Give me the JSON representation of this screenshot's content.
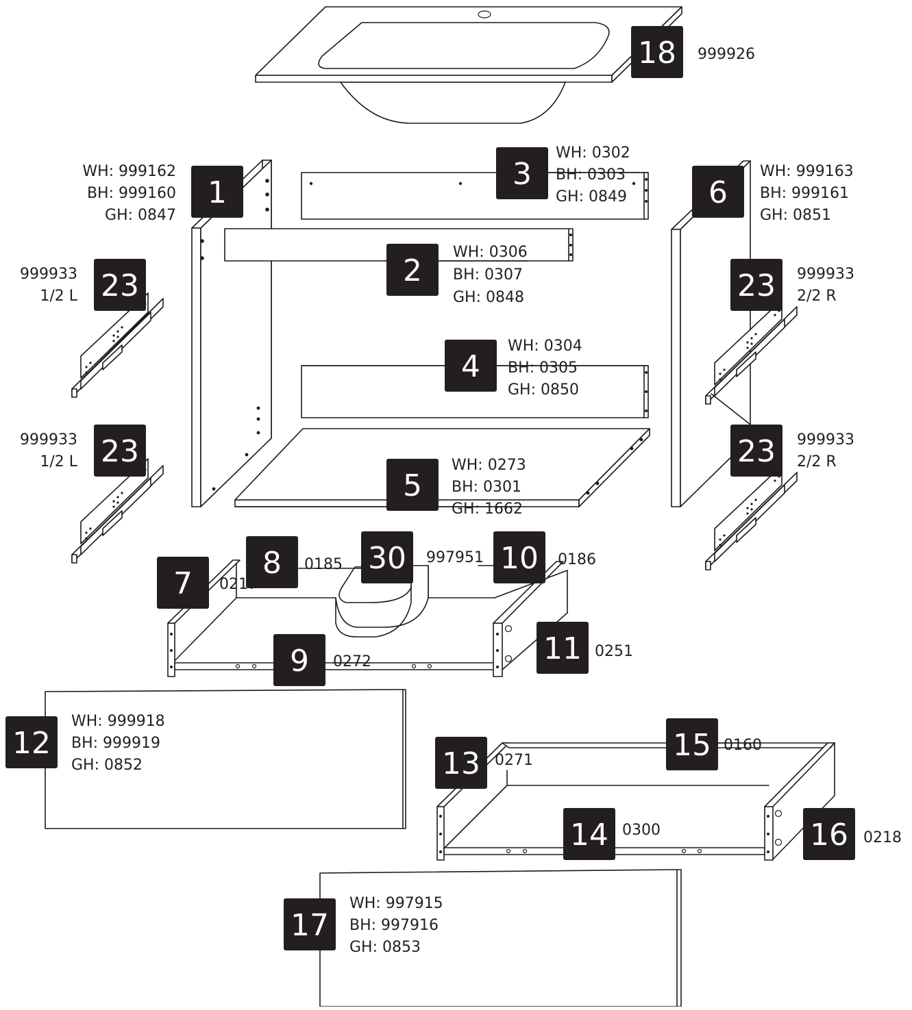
{
  "parts": [
    {
      "id": "p18",
      "number": "18",
      "lines": [
        "999926"
      ]
    },
    {
      "id": "p1",
      "number": "1",
      "lines": [
        "WH: 999162",
        "BH: 999160",
        "GH: 0847"
      ]
    },
    {
      "id": "p3",
      "number": "3",
      "lines": [
        "WH: 0302",
        "BH: 0303",
        "GH: 0849"
      ]
    },
    {
      "id": "p6",
      "number": "6",
      "lines": [
        "WH: 999163",
        "BH: 999161",
        "GH: 0851"
      ]
    },
    {
      "id": "p2",
      "number": "2",
      "lines": [
        "WH: 0306",
        "BH: 0307",
        "GH: 0848"
      ]
    },
    {
      "id": "p23a",
      "number": "23",
      "lines": [
        "999933",
        "1/2 L"
      ]
    },
    {
      "id": "p23b",
      "number": "23",
      "lines": [
        "999933",
        "2/2 R"
      ]
    },
    {
      "id": "p4",
      "number": "4",
      "lines": [
        "WH: 0304",
        "BH: 0305",
        "GH: 0850"
      ]
    },
    {
      "id": "p23c",
      "number": "23",
      "lines": [
        "999933",
        "1/2 L"
      ]
    },
    {
      "id": "p23d",
      "number": "23",
      "lines": [
        "999933",
        "2/2 R"
      ]
    },
    {
      "id": "p5",
      "number": "5",
      "lines": [
        "WH: 0273",
        "BH: 0301",
        "GH: 1662"
      ]
    },
    {
      "id": "p8",
      "number": "8",
      "lines": [
        "0185"
      ]
    },
    {
      "id": "p30",
      "number": "30",
      "lines": [
        "997951"
      ]
    },
    {
      "id": "p10",
      "number": "10",
      "lines": [
        "0186"
      ]
    },
    {
      "id": "p7",
      "number": "7",
      "lines": [
        "0217"
      ]
    },
    {
      "id": "p11",
      "number": "11",
      "lines": [
        "0251"
      ]
    },
    {
      "id": "p9",
      "number": "9",
      "lines": [
        "0272"
      ]
    },
    {
      "id": "p12",
      "number": "12",
      "lines": [
        "WH: 999918",
        "BH: 999919",
        "GH: 0852"
      ]
    },
    {
      "id": "p15",
      "number": "15",
      "lines": [
        "0160"
      ]
    },
    {
      "id": "p13",
      "number": "13",
      "lines": [
        "0271"
      ]
    },
    {
      "id": "p14",
      "number": "14",
      "lines": [
        "0300"
      ]
    },
    {
      "id": "p16",
      "number": "16",
      "lines": [
        "0218"
      ]
    },
    {
      "id": "p17",
      "number": "17",
      "lines": [
        "WH: 997915",
        "BH: 997916",
        "GH: 0853"
      ]
    }
  ]
}
